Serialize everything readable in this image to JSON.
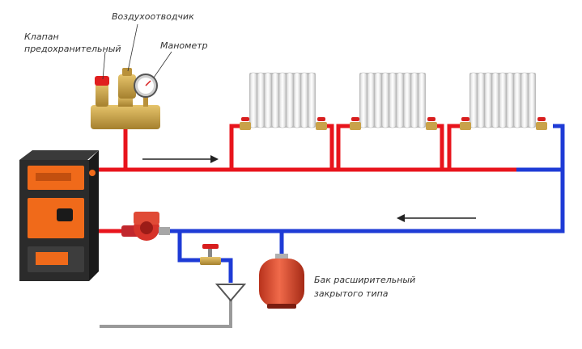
{
  "labels": {
    "air_vent": "Воздухоотводчик",
    "safety_valve_line1": "Клапан",
    "safety_valve_line2": "предохранительный",
    "pressure_gauge": "Манометр",
    "expansion_tank_line1": "Бак расширительный",
    "expansion_tank_line2": "закрытого типа"
  },
  "colors": {
    "supply_pipe": "#e8141c",
    "return_pipe": "#1e3bd6",
    "drain_pipe": "#9a9a9a",
    "arrow": "#222222",
    "boiler_body": "#2b2b2b",
    "boiler_accent": "#f06a1a",
    "valve_handle": "#d81e1e",
    "brass": "#c9a24a",
    "radiator": "#f2f2f2"
  },
  "flow": {
    "supply_direction": "right",
    "return_direction": "left"
  },
  "radiator_count": 3
}
